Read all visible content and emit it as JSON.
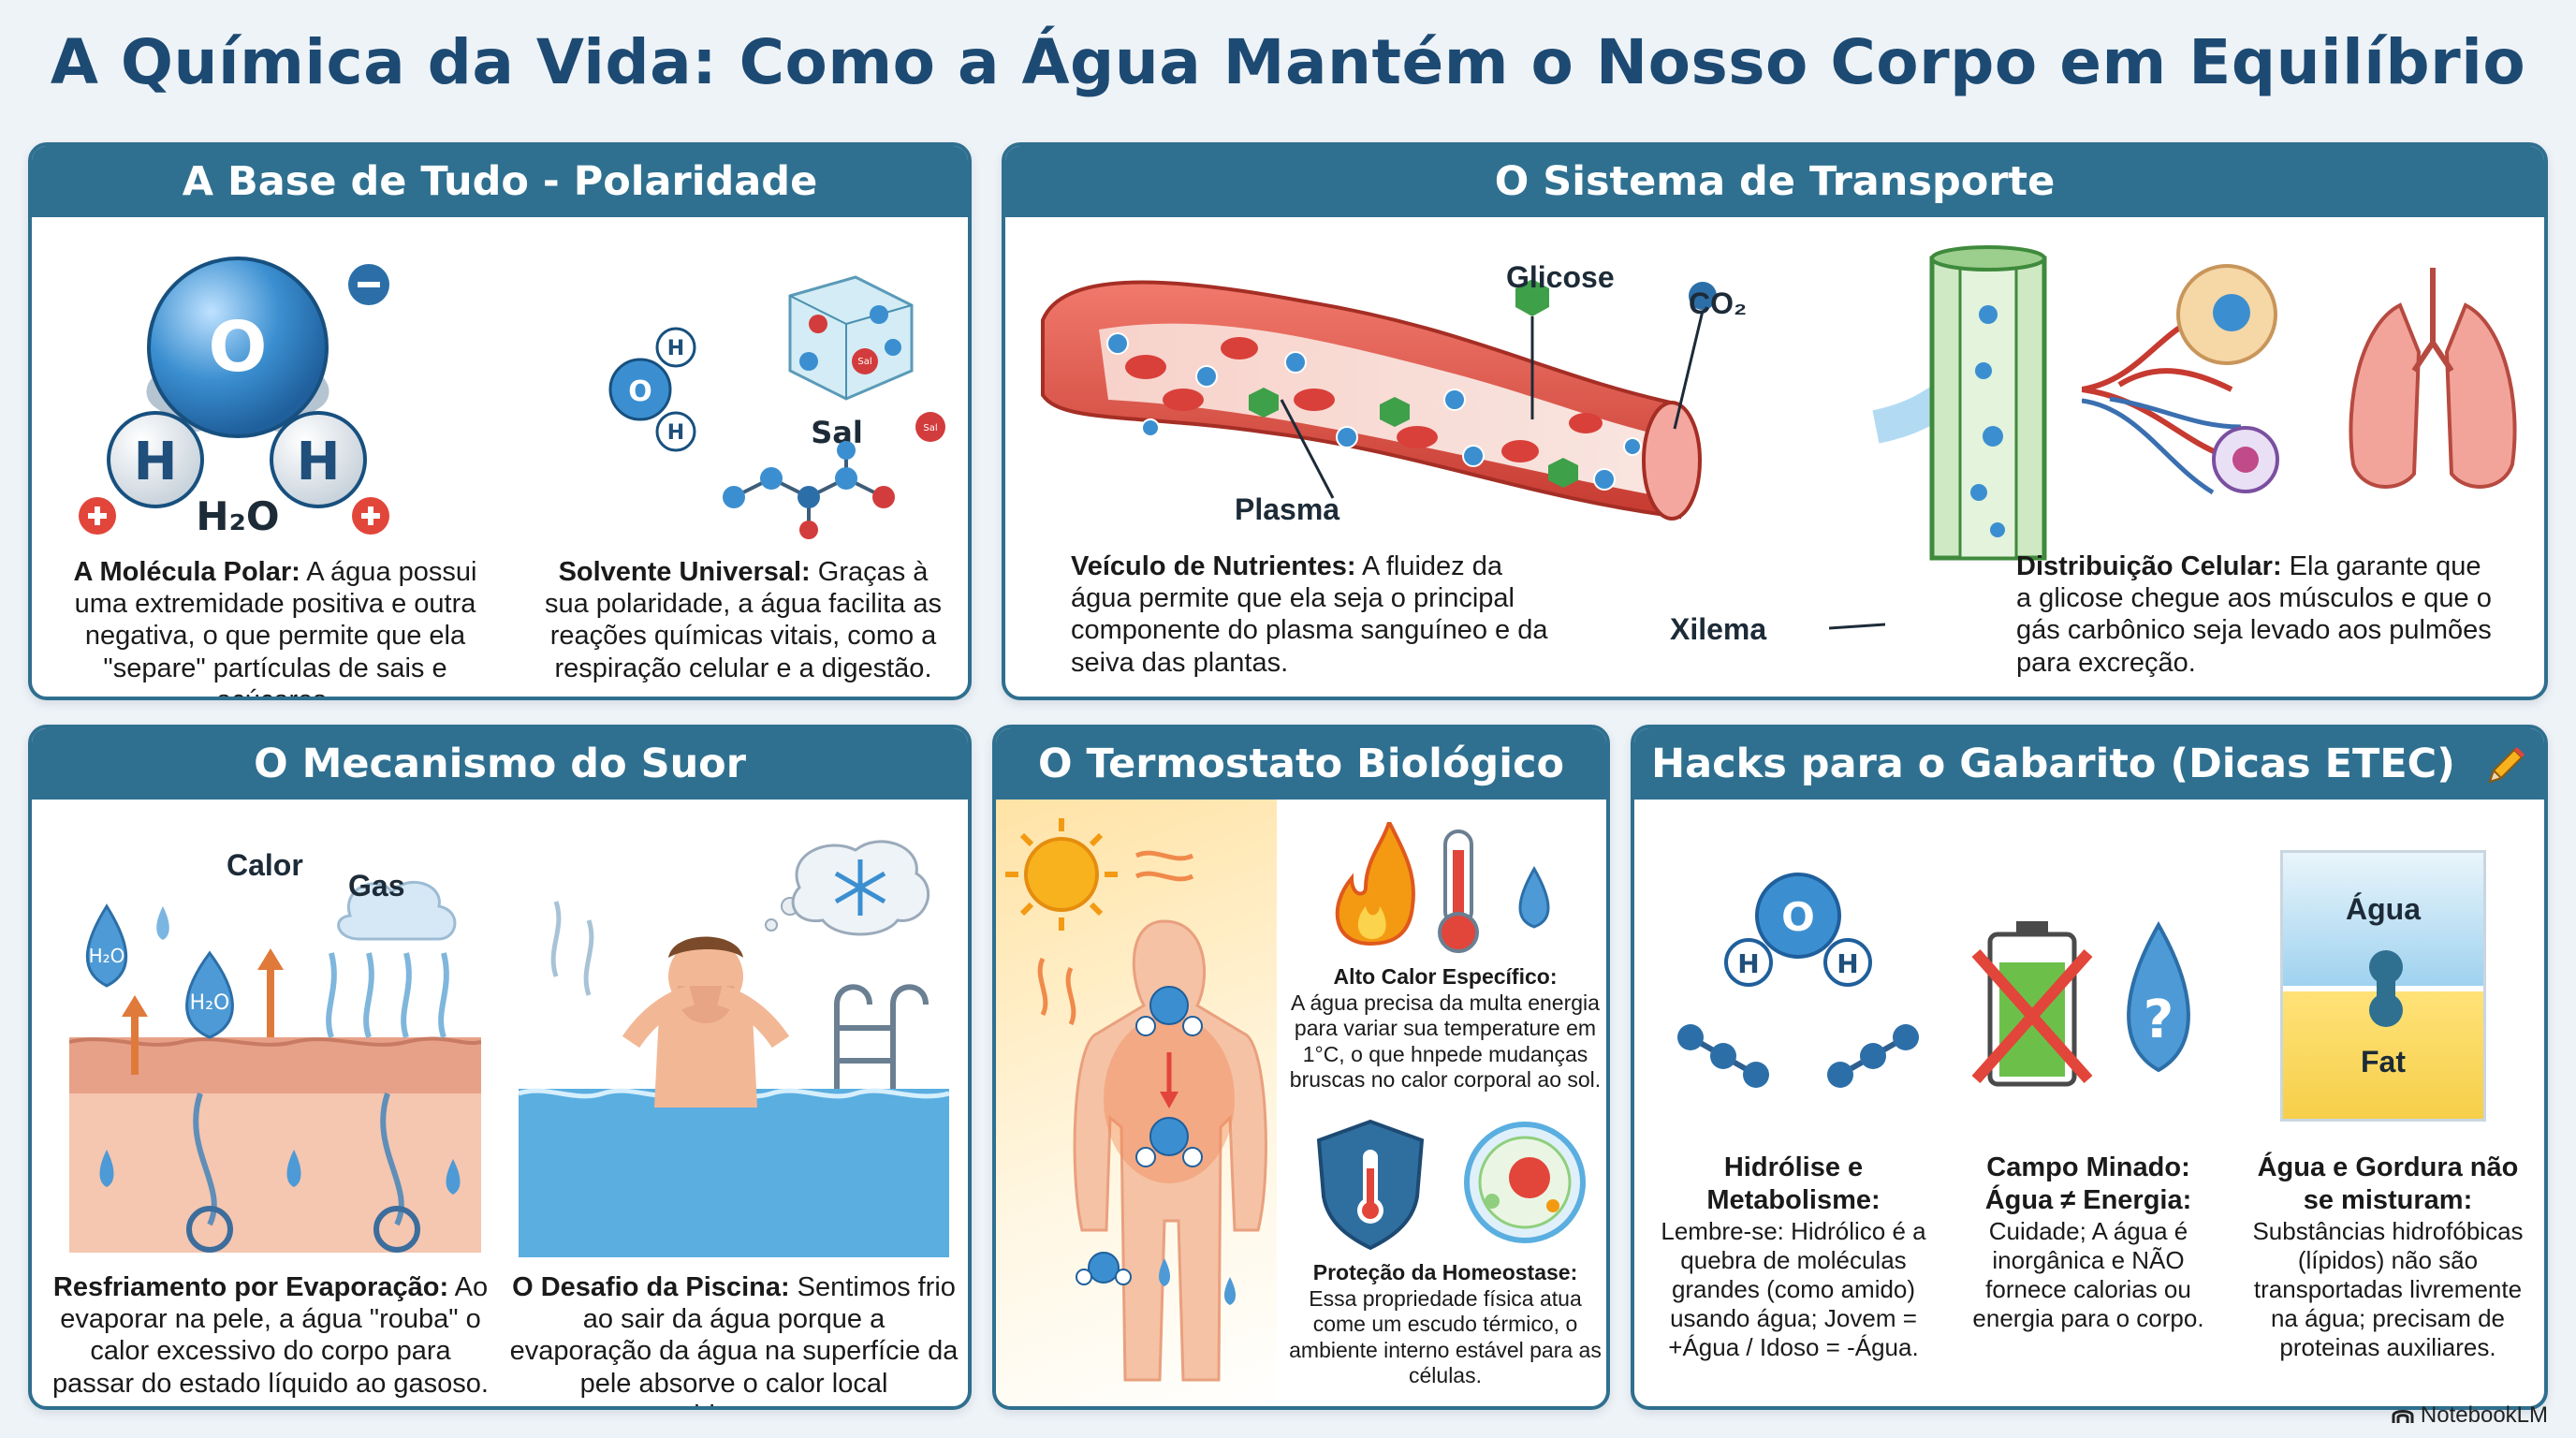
{
  "title": "A Química da Vida: Como a Água Mantém o Nosso Corpo em Equilíbrio",
  "brand": "NotebookLM",
  "colors": {
    "header": "#2f7090",
    "border": "#2f6f8f",
    "title": "#1d4a73",
    "water": "#3b8fd0",
    "blood": "#d8463b"
  },
  "polaridade": {
    "heading": "A Base de Tudo - Polaridade",
    "molecule_label": "H₂O",
    "atom_o": "O",
    "atom_h": "H",
    "salt_label": "Sal",
    "salt_tag": "Sal",
    "item1_title": "A Molécula Polar:",
    "item1_text": " A água possui uma extremidade positiva e outra negativa, o que permite que ela \"separe\" partículas de sais e açúcares.",
    "item2_title": "Solvente Universal:",
    "item2_text": " Graças à sua polaridade, a água facilita as reações químicas vitais, como a respiração celular e a digestão."
  },
  "transporte": {
    "heading": "O Sistema de Transporte",
    "label_glicose": "Glicose",
    "label_co2": "CO₂",
    "label_plasma": "Plasma",
    "label_xilema": "Xilema",
    "item1_title": "Veículo de Nutrientes:",
    "item1_text": " A fluidez da água permite que ela seja o principal componente do plasma sanguíneo e da seiva das plantas.",
    "item2_title": "Distribuição Celular:",
    "item2_text": " Ela garante que a glicose chegue aos músculos e que o gás carbônico seja levado aos pulmões para excreção."
  },
  "suor": {
    "heading": "O Mecanismo do Suor",
    "label_calor": "Calor",
    "label_gas": "Gas",
    "drop_label": "H₂O",
    "item1_title": "Resfriamento por Evaporação:",
    "item1_text": " Ao evaporar na pele, a água \"rouba\" o calor excessivo do corpo para passar do estado líquido ao gasoso.",
    "item2_title": "O Desafio da Piscina:",
    "item2_text": " Sentimos frio ao sair da água porque a evaporação da água na superfície da pele absorve o calor local rapidamente."
  },
  "termostato": {
    "heading": "O Termostato Biológico",
    "item1_title": "Alto Calor Específico:",
    "item1_text": "A água precisa da multa energia para variar sua temperature em 1°C, o que hnpede mudanças bruscas no calor corporal ao sol.",
    "item2_title": "Proteção da Homeostase:",
    "item2_text": "Essa propriedade física atua come um escudo térmico, o ambiente interno estável para as células."
  },
  "hacks": {
    "heading": "Hacks para o Gabarito (Dicas ETEC)",
    "label_agua": "Água",
    "label_fat": "Fat",
    "item1_title": "Hidrólise e Metabolisme:",
    "item1_text": "Lembre-se: Hidrólico é a quebra de moléculas grandes (como amido) usando água; Jovem = +Água / Idoso = -Água.",
    "item2_title": "Campo Minado: Água ≠ Energia:",
    "item2_text": "Cuidade; A água é inorgânica e NÃO fornece calorias ou energia para o corpo.",
    "item3_title": "Água e Gordura não se misturam:",
    "item3_text": "Substâncias hidrofóbicas (lípidos) não são transportadas livremente na água; precisam de proteinas auxiliares."
  }
}
